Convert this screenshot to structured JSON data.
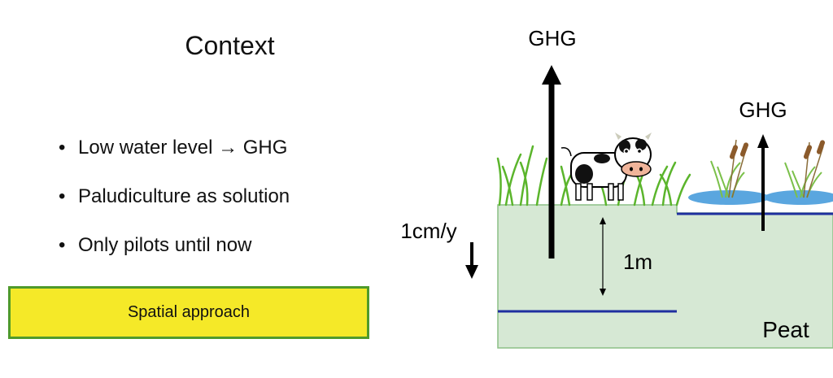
{
  "slide": {
    "title": "Context",
    "bullets": [
      "Low water level → GHG",
      "Paludiculture as solution",
      "Only pilots until now"
    ],
    "cta_label": "Spatial approach"
  },
  "diagram": {
    "ghg_left_label": "GHG",
    "ghg_right_label": "GHG",
    "subsidence_label": "1cm/y",
    "depth_label": "1m",
    "soil_label": "Peat",
    "colors": {
      "peat": "#d6e8d4",
      "peat_border": "#8bbf85",
      "water_line": "#1f2f9f",
      "grass": "#5bb52c",
      "pond": "#5aa6df",
      "cta_fill": "#f5e928",
      "cta_border": "#4f9a2b"
    },
    "icons": [
      "cow-icon",
      "grass-icon",
      "reed-icon",
      "pond-icon"
    ]
  }
}
